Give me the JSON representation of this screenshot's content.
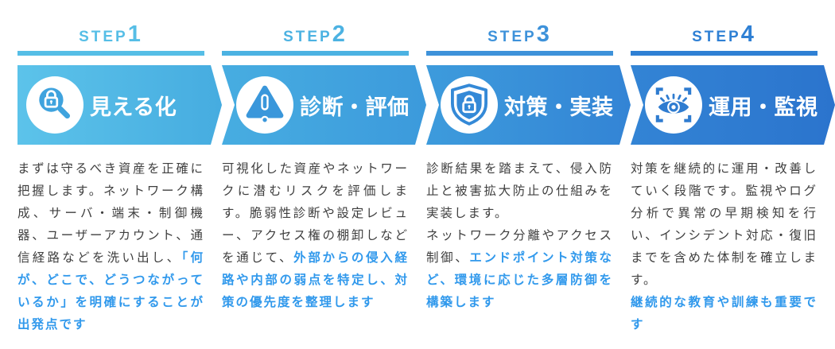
{
  "page": {
    "background": "#FFFFFF"
  },
  "text_colors": {
    "body": "#3F3F3F",
    "highlight": "#3199EC",
    "banner_title": "#FFFFFF"
  },
  "steps": [
    {
      "step_label": "STEP",
      "step_number": "1",
      "title": "見える化",
      "icon": "magnifier-lock-icon",
      "colors": {
        "accent": "#56BEE6",
        "banner_from": "#5CC3EA",
        "banner_to": "#46ACE0",
        "icon": "#3FA3DE"
      },
      "description": [
        {
          "text": "まずは守るべき資産を正確に把握します。ネットワーク構成、サーバ・端末・制御機器、ユーザーアカウント、通信経路などを洗い出し、",
          "highlight": false
        },
        {
          "text": "「何が、どこで、どうつながっているか」を明確にすることが出発点です",
          "highlight": true
        }
      ]
    },
    {
      "step_label": "STEP",
      "step_number": "2",
      "title": "診断・評価",
      "icon": "warning-triangle-icon",
      "colors": {
        "accent": "#4CB2E2",
        "banner_from": "#47ADE1",
        "banner_to": "#3C9ADC",
        "icon": "#3A97DB"
      },
      "description": [
        {
          "text": "可視化した資産やネットワークに潜むリスクを評価します。脆弱性診断や設定レビュー、アクセス権の棚卸しなどを通じて、",
          "highlight": false
        },
        {
          "text": "外部からの侵入経路や内部の弱点を特定し、対策の優先度を整理します",
          "highlight": true
        }
      ]
    },
    {
      "step_label": "STEP",
      "step_number": "3",
      "title": "対策・実装",
      "icon": "shield-lock-icon",
      "colors": {
        "accent": "#3E92DA",
        "banner_from": "#3D9BDC",
        "banner_to": "#3384D5",
        "icon": "#3489D7"
      },
      "description": [
        {
          "text": "診断結果を踏まえて、侵入防止と被害拡大防止の仕組みを実装します。",
          "highlight": false,
          "break_after": true
        },
        {
          "text": "ネットワーク分離やアクセス制御、",
          "highlight": false
        },
        {
          "text": "エンドポイント対策など、環境に応じた多層防御を構築します",
          "highlight": true
        }
      ]
    },
    {
      "step_label": "STEP",
      "step_number": "4",
      "title": "運用・監視",
      "icon": "eye-monitor-icon",
      "colors": {
        "accent": "#2F80D4",
        "banner_from": "#3384D5",
        "banner_to": "#2B74CD",
        "icon": "#2F7CD0"
      },
      "description": [
        {
          "text": "対策を継続的に運用・改善していく段階です。監視やログ分析で異常の早期検知を行い、インシデント対応・復旧までを含めた体制を確立します。",
          "highlight": false,
          "break_after": true
        },
        {
          "text": "継続的な教育や訓練も重要です",
          "highlight": true
        }
      ]
    }
  ]
}
